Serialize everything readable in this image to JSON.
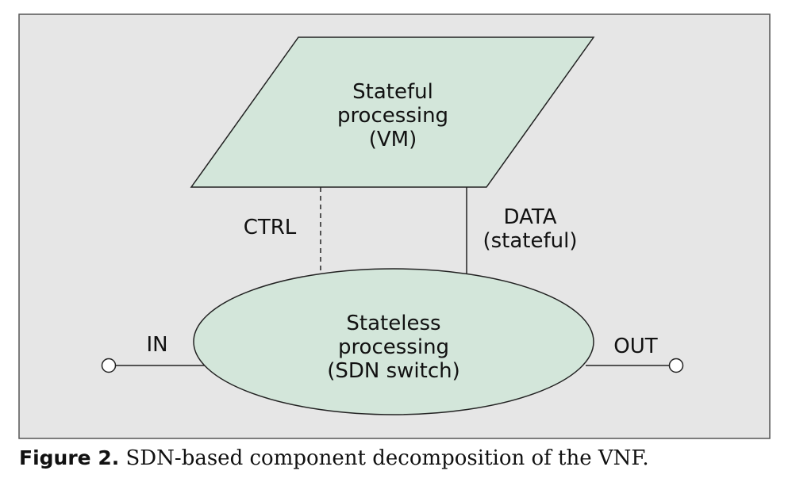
{
  "figure": {
    "vm_box": {
      "lines": [
        "Stateful",
        "processing",
        "(VM)"
      ]
    },
    "switch_ellipse": {
      "lines": [
        "Stateless",
        "processing",
        "(SDN switch)"
      ]
    },
    "ctrl_link": {
      "label": "CTRL"
    },
    "data_link": {
      "lines": [
        "DATA",
        "(stateful)"
      ]
    },
    "input_port": {
      "label": "IN"
    },
    "output_port": {
      "label": "OUT"
    },
    "colors": {
      "panel_background": "#e6e6e6",
      "panel_border": "#555555",
      "shape_fill": "#d3e6da",
      "stroke": "#222222"
    }
  },
  "caption": {
    "label": "Figure 2.",
    "text": " SDN-based component decomposition of the VNF."
  }
}
